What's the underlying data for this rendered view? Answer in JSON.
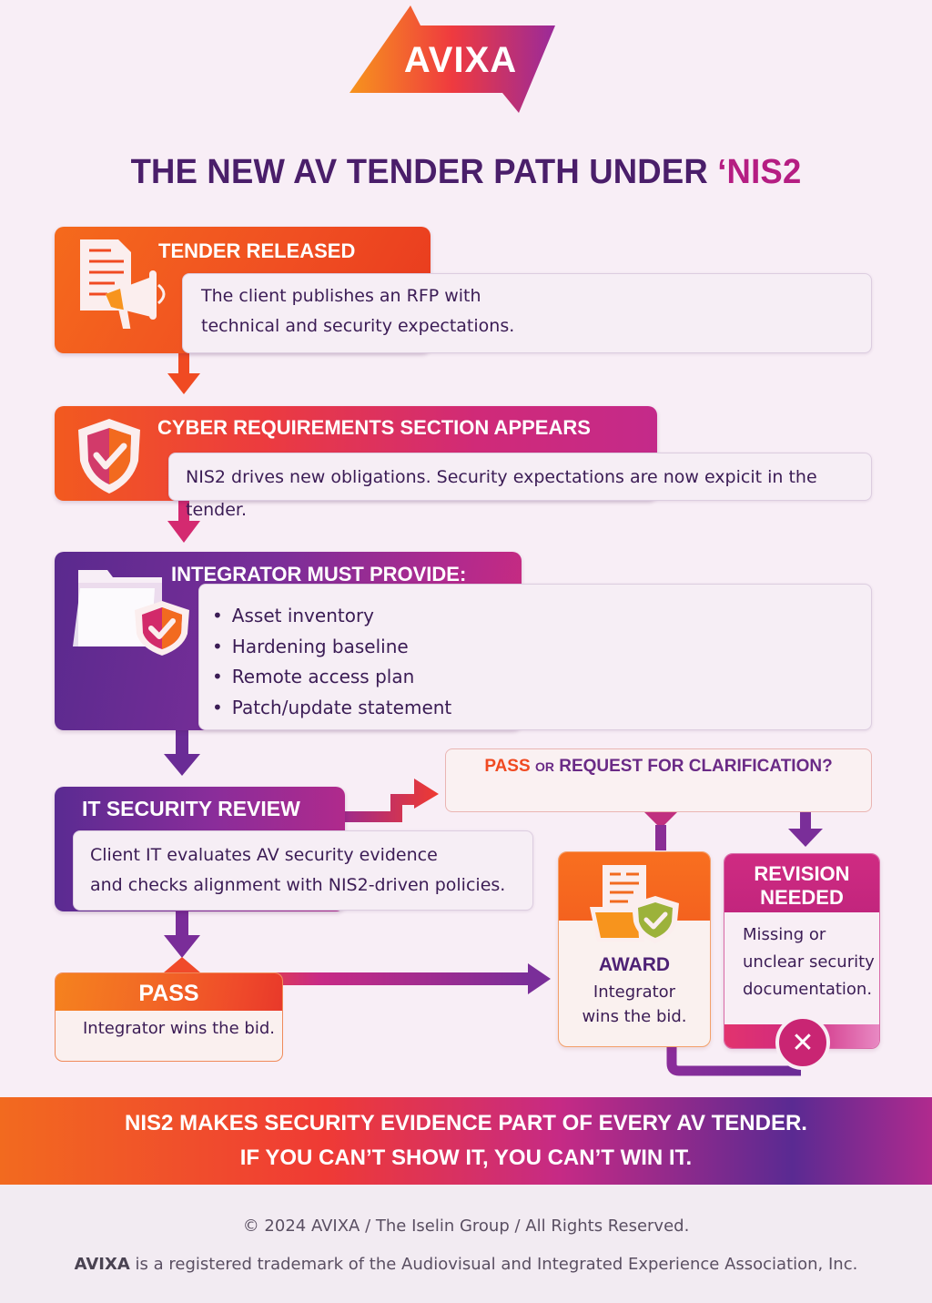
{
  "logo": {
    "text": "AVIXA"
  },
  "title": {
    "main": "THE NEW AV TENDER PATH UNDER ",
    "separator": "‘",
    "accent": "NIS2"
  },
  "steps": [
    {
      "id": "tender-released",
      "title": "TENDER RELEASED",
      "icon": "document-megaphone-icon",
      "lines": [
        "The client publishes an RFP with",
        "technical and security expectations."
      ]
    },
    {
      "id": "cyber-requirements",
      "title": "CYBER REQUIREMENTS SECTION APPEARS",
      "icon": "shield-check-icon",
      "lines": [
        "NIS2 drives new obligations. Security expectations are now expicit in the tender."
      ]
    },
    {
      "id": "integrator-must-provide",
      "title": "INTEGRATOR MUST PROVIDE:",
      "icon": "folder-shield-icon",
      "items": [
        "Asset inventory",
        "Hardening baseline",
        "Remote access plan",
        "Patch/update statement"
      ]
    },
    {
      "id": "it-security-review",
      "title": "IT SECURITY REVIEW",
      "lines": [
        "Client IT evaluates AV security evidence",
        "and checks alignment with NIS2-driven policies."
      ]
    }
  ],
  "pass": {
    "title": "PASS",
    "text": "Integrator wins the bid."
  },
  "decision": {
    "pass": "PASS",
    "or": "OR",
    "question": "REQUEST FOR CLARIFICATION?"
  },
  "award": {
    "title": "AWARD",
    "lines": [
      "Integrator",
      "wins the bid."
    ],
    "icon": "document-folder-shield-icon"
  },
  "revision": {
    "title_lines": [
      "REVISION",
      "NEEDED"
    ],
    "lines": [
      "Missing or",
      "unclear security",
      "documentation."
    ],
    "icon": "close-x-icon"
  },
  "banner": {
    "lines": [
      "NIS2 MAKES SECURITY EVIDENCE PART OF EVERY AV TENDER.",
      "IF YOU CAN’T SHOW IT, YOU CAN’T WIN IT."
    ]
  },
  "footer": {
    "copyright": "© 2024 AVIXA / The Iselin Group / All Rights Reserved.",
    "trademark_brand": "AVIXA",
    "trademark_rest": " is a registered trademark of the Audiovisual and Integrated Experience Association, Inc."
  },
  "colors": {
    "orange": "#f26a1f",
    "red": "#ef3a35",
    "magenta": "#c62a85",
    "purple": "#5a2a92",
    "title": "#4a1e6a",
    "accent": "#b51d82",
    "background": "#f8eef6"
  }
}
